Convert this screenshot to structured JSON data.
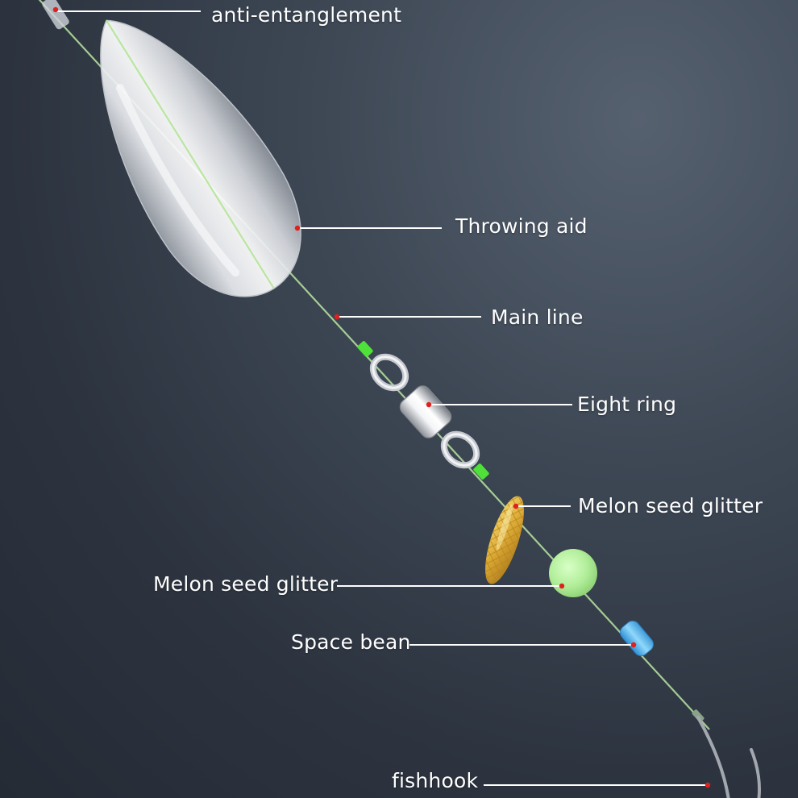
{
  "labels": {
    "anti_entanglement": "anti-entanglement",
    "throwing_aid": "Throwing aid",
    "main_line": "Main line",
    "eight_ring": "Eight ring",
    "melon_seed_glitter_blade": "Melon seed glitter",
    "melon_seed_glitter_bead": "Melon seed glitter",
    "space_bean": "Space bean",
    "fishhook": "fishhook"
  },
  "colors": {
    "background": "#2f3743",
    "line": "#b9e6a0",
    "bead": "#b6f0a0",
    "space_bean": "#6ec3f0",
    "glitter": "#d9a732",
    "callout_line": "#ffffff",
    "callout_dot": "#e0201c"
  }
}
